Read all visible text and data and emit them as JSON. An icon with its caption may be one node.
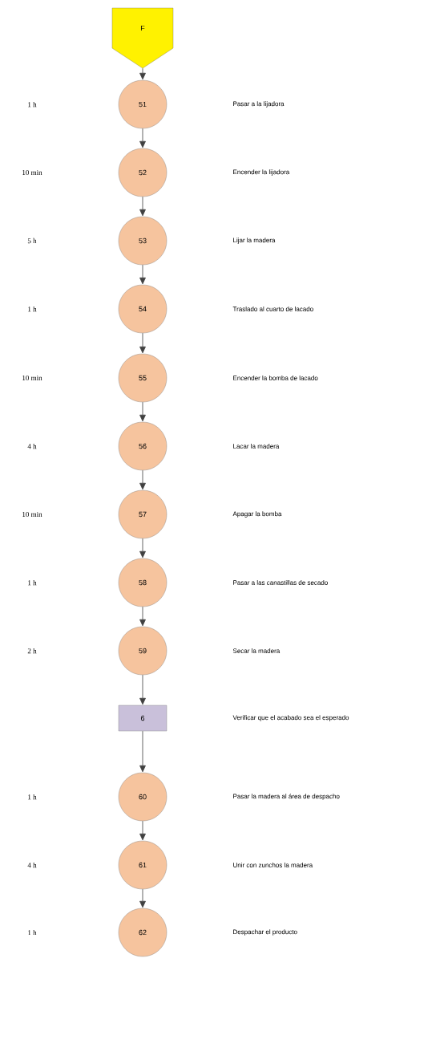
{
  "diagram": {
    "nodes": [
      {
        "text": [
          "F"
        ]
      },
      {
        "text": [
          "51"
        ]
      },
      {
        "text": [
          "52"
        ]
      },
      {
        "text": [
          "53"
        ]
      },
      {
        "text": [
          "54"
        ]
      },
      {
        "text": [
          "55"
        ]
      },
      {
        "text": [
          "56"
        ]
      },
      {
        "text": [
          "57"
        ]
      },
      {
        "text": [
          "58"
        ]
      },
      {
        "text": [
          "59"
        ]
      },
      {
        "text": [
          "6"
        ]
      },
      {
        "text": [
          "60"
        ]
      },
      {
        "text": [
          "61"
        ]
      },
      {
        "text": [
          "62"
        ]
      }
    ],
    "edges": [
      {
        "from": 0,
        "to": 1,
        "arrow": "to"
      },
      {
        "from": 1,
        "to": 2,
        "arrow": "to"
      },
      {
        "from": 2,
        "to": 3,
        "arrow": "to"
      },
      {
        "from": 3,
        "to": 4,
        "arrow": "to"
      },
      {
        "from": 4,
        "to": 5,
        "arrow": "to"
      },
      {
        "from": 5,
        "to": 6,
        "arrow": "to"
      },
      {
        "from": 6,
        "to": 7,
        "arrow": "to"
      },
      {
        "from": 7,
        "to": 8,
        "arrow": "to"
      },
      {
        "from": 8,
        "to": 9,
        "arrow": "to"
      },
      {
        "from": 9,
        "to": 10,
        "arrow": "to"
      },
      {
        "from": 10,
        "to": 11,
        "arrow": "to"
      },
      {
        "from": 11,
        "to": 12,
        "arrow": "to"
      },
      {
        "from": 12,
        "to": 13,
        "arrow": "to"
      }
    ],
    "labels": [
      "1 h",
      "Pasar a la lijadora",
      "10 min",
      "Encender la lijadora",
      "5 h",
      "Lijar la madera",
      "1 h",
      "Traslado al cuarto de lacado",
      "10 min",
      "Encender la bomba de lacado",
      "4 h",
      "Lacar la madera",
      "10 min",
      "Apagar la bomba",
      "1 h",
      "Pasar a las canastillas de secado",
      "2 h",
      "Secar la madera",
      "Verificar que el acabado sea el esperado",
      "1 h",
      "Pasar la madera al área de despacho",
      "4 h",
      "Unir con zunchos la madera",
      "1 h",
      "Despachar el producto"
    ]
  }
}
